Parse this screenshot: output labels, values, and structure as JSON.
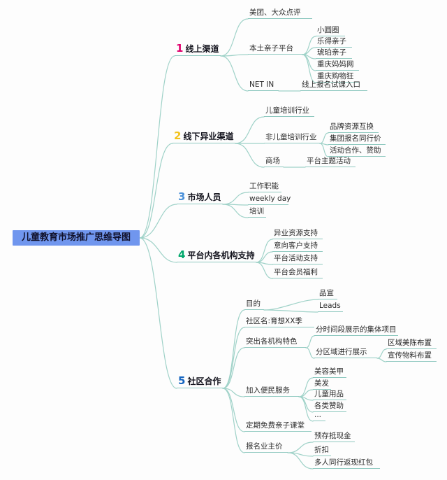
{
  "root": {
    "label": "儿童教育市场推广思维导图",
    "bg": "#7096ee"
  },
  "theme": {
    "line": "#9fd2c8",
    "underline": "#8fc9c0"
  },
  "branches": [
    {
      "num": "1",
      "color": "#e0006e",
      "label": "线上渠道",
      "children": [
        {
          "label": "美团、大众点评"
        },
        {
          "label": "本土亲子平台",
          "children": [
            {
              "label": "小圆圈"
            },
            {
              "label": "乐得亲子"
            },
            {
              "label": "琥珀亲子"
            },
            {
              "label": "重庆妈妈网"
            },
            {
              "label": "重庆购物狂"
            }
          ]
        },
        {
          "label": "NET IN",
          "children": [
            {
              "label": "线上报名试课入口"
            }
          ]
        }
      ]
    },
    {
      "num": "2",
      "color": "#f2c21c",
      "label": "线下异业渠道",
      "children": [
        {
          "label": "儿童培训行业"
        },
        {
          "label": "非儿童培训行业",
          "children": [
            {
              "label": "品牌资源互换"
            },
            {
              "label": "集团报名同行价"
            },
            {
              "label": "活动合作、赞助"
            }
          ]
        },
        {
          "label": "商场",
          "children": [
            {
              "label": "平台主题活动"
            }
          ]
        }
      ]
    },
    {
      "num": "3",
      "color": "#4a90d9",
      "label": "市场人员",
      "children": [
        {
          "label": "工作职能"
        },
        {
          "label": "weekly day"
        },
        {
          "label": "培训"
        }
      ]
    },
    {
      "num": "4",
      "color": "#00a86b",
      "label": "平台内各机构支持",
      "children": [
        {
          "label": "异业资源支持"
        },
        {
          "label": "意向客户支持"
        },
        {
          "label": "平台活动支持"
        },
        {
          "label": "平台会员福利"
        }
      ]
    },
    {
      "num": "5",
      "color": "#1565c0",
      "label": "社区合作",
      "children": [
        {
          "label": "目的",
          "children": [
            {
              "label": "品宣"
            },
            {
              "label": "Leads"
            }
          ]
        },
        {
          "label": "社区名:育想XX季"
        },
        {
          "label": "突出各机构特色",
          "children": [
            {
              "label": "分时间段展示的集体项目"
            },
            {
              "label": "分区域进行展示",
              "children": [
                {
                  "label": "区域美陈布置"
                },
                {
                  "label": "宣传物料布置"
                }
              ]
            }
          ]
        },
        {
          "label": "加入便民服务",
          "children": [
            {
              "label": "美容美甲"
            },
            {
              "label": "美发"
            },
            {
              "label": "儿童用品"
            },
            {
              "label": "各类赞助"
            },
            {
              "label": "..."
            }
          ]
        },
        {
          "label": "定期免费亲子课堂"
        },
        {
          "label": "报名业主价",
          "children": [
            {
              "label": "预存抵现金"
            },
            {
              "label": "折扣"
            },
            {
              "label": "多人同行返现红包"
            }
          ]
        }
      ]
    }
  ]
}
